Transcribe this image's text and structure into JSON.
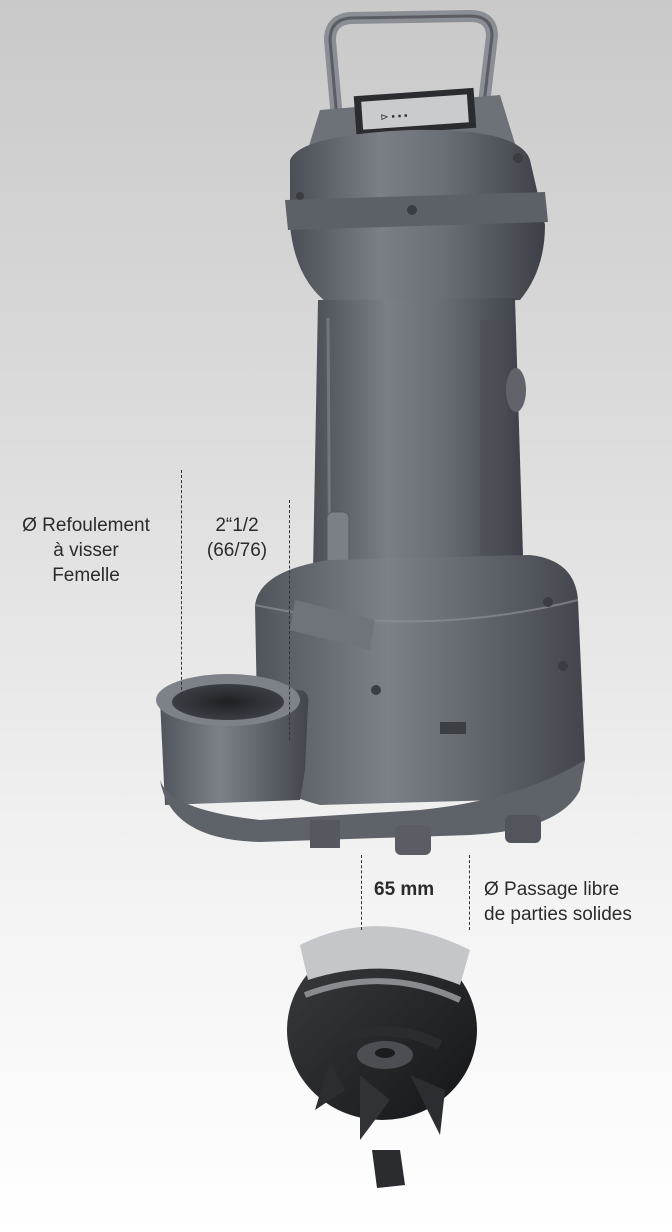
{
  "outlet": {
    "description_lines": [
      "Ø Refoulement",
      "à visser",
      "Femelle"
    ],
    "size_lines": [
      "2“1/2",
      "(66/76)"
    ]
  },
  "passage": {
    "value": "65 mm",
    "description_lines": [
      "Ø Passage libre",
      "de parties solides"
    ]
  }
}
